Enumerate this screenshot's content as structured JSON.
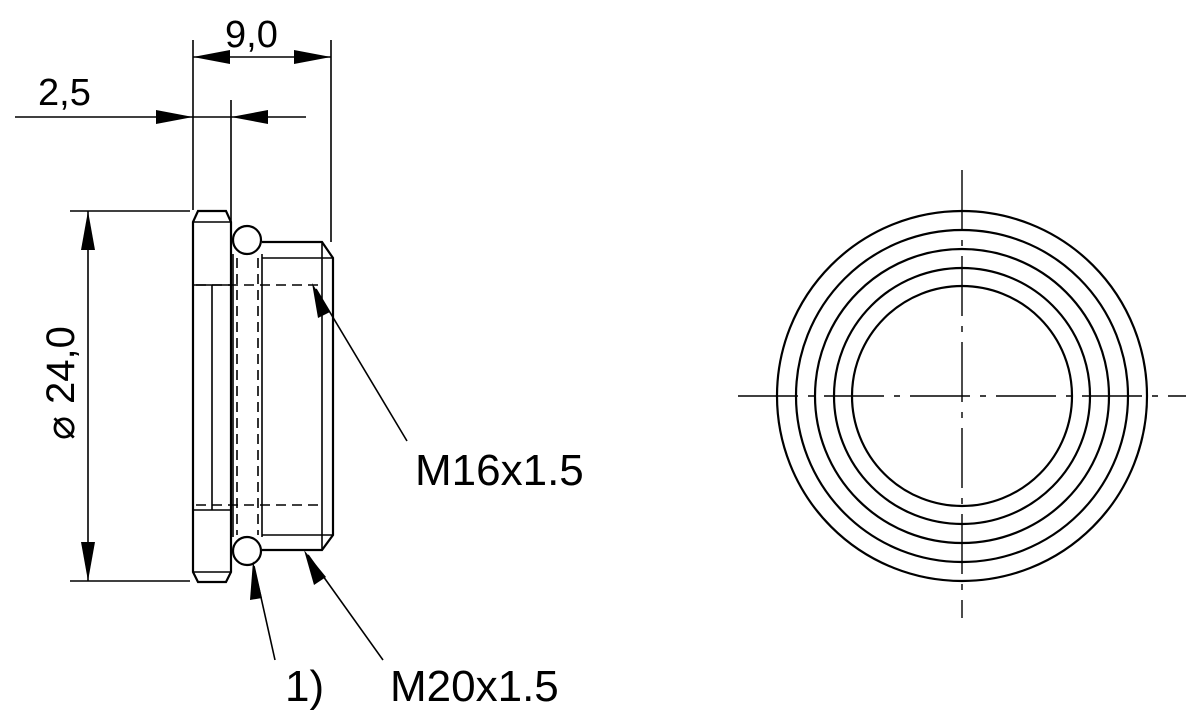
{
  "dimensions": {
    "overall_length": "9,0",
    "flange_thickness": "2,5",
    "diameter": "24,0",
    "diameter_symbol": "⌀"
  },
  "callouts": {
    "inner_thread": "M16x1.5",
    "outer_thread": "M20x1.5",
    "seal_note": "1)"
  }
}
